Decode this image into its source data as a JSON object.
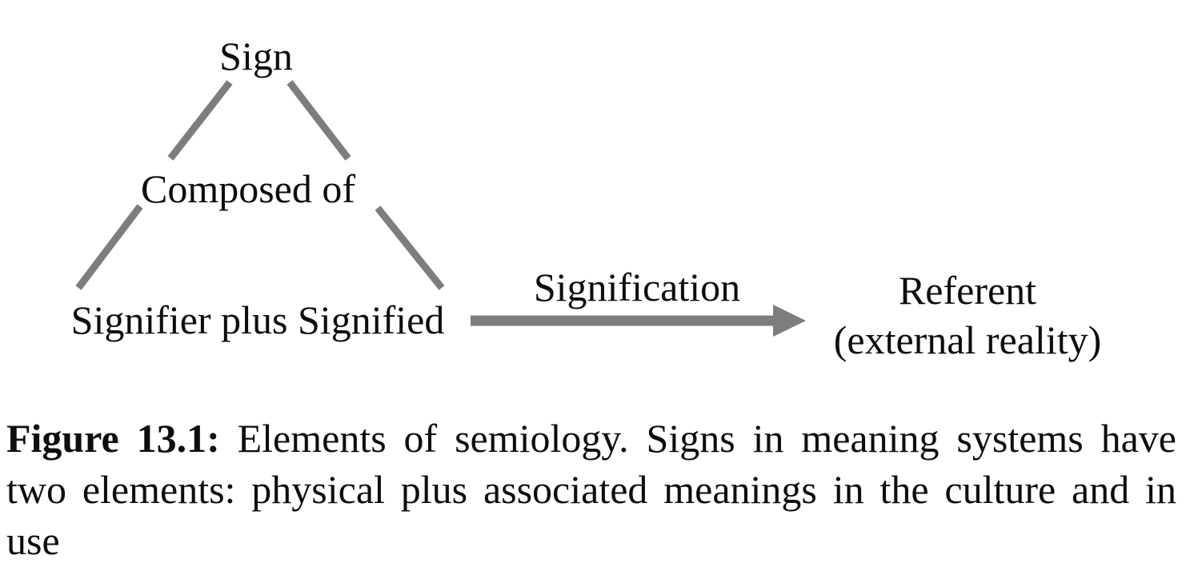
{
  "diagram": {
    "nodes": {
      "sign": "Sign",
      "composed_of": "Composed of",
      "signifier_signified": "Signifier plus Signified",
      "referent_line1": "Referent",
      "referent_line2": "(external reality)"
    },
    "arrow_label": "Signification",
    "line_color": "#7d7d7d"
  },
  "caption": {
    "figure_label": "Figure 13.1:",
    "line1": "Elements of semiology. Signs in meaning systems have",
    "line2": "two elements: physical plus associated meanings in the culture and in",
    "line3": "use"
  }
}
